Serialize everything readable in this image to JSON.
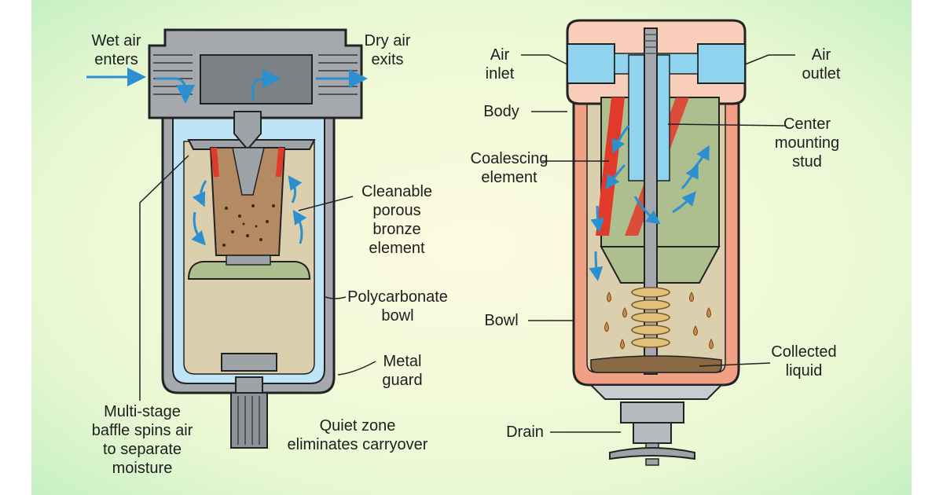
{
  "left_filter": {
    "labels": {
      "wet_air": "Wet air\nenters",
      "dry_air": "Dry air\nexits",
      "element": "Cleanable\nporous\nbronze\nelement",
      "bowl": "Polycarbonate\nbowl",
      "guard": "Metal\nguard",
      "baffle": "Multi-stage\nbaffle spins air\nto separate\nmoisture",
      "quiet_zone": "Quiet zone\neliminates carryover"
    }
  },
  "right_filter": {
    "labels": {
      "air_inlet": "Air\ninlet",
      "air_outlet": "Air\noutlet",
      "body": "Body",
      "stud": "Center\nmounting\nstud",
      "element": "Coalescing\nelement",
      "bowl": "Bowl",
      "liquid": "Collected\nliquid",
      "drain": "Drain"
    }
  },
  "colors": {
    "background_center": "#fdfbe0",
    "background_edge": "#c8f0c4",
    "housing_gray": "#a5a9ad",
    "outline": "#222222",
    "bowl_tan": "#dccfae",
    "liquid_blue": "#bfe4f6",
    "flow_arrow": "#2b8fd0",
    "bronze": "#b48a62",
    "filter_green": "#aebf8f",
    "body_salmon": "#f2a085",
    "body_pink": "#f8cdb9",
    "port_blue": "#8fd3ef",
    "seal_red": "#e23a2a",
    "collected_brown": "#8a6a45"
  }
}
